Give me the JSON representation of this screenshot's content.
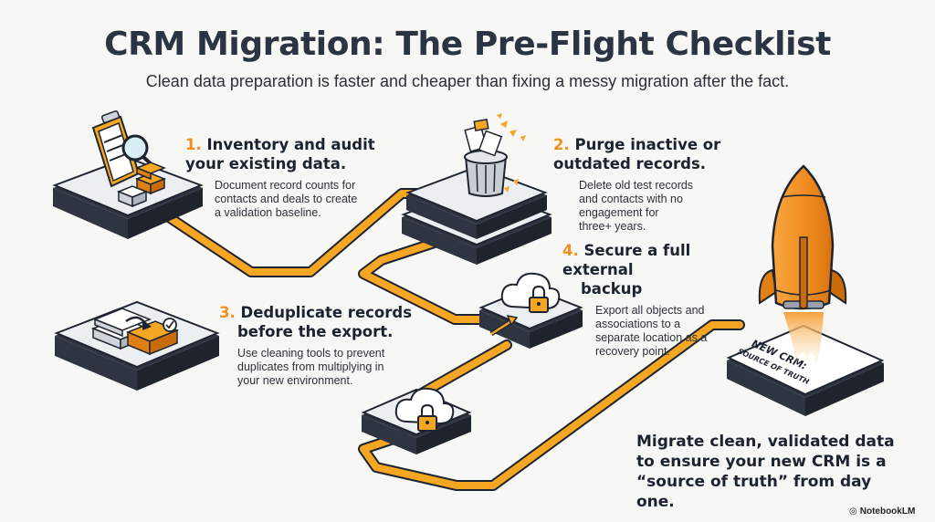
{
  "header": {
    "title": "CRM Migration: The Pre-Flight Checklist",
    "subtitle": "Clean data preparation is faster and cheaper than fixing a messy migration after the fact."
  },
  "steps": [
    {
      "number": "1.",
      "title_line1": "Inventory and audit",
      "title_line2": "your existing data.",
      "desc_lines": [
        "Document record counts for",
        "contacts and deals to create",
        "a validation baseline."
      ],
      "icon": "clipboard-magnifier-icon"
    },
    {
      "number": "2.",
      "title_line1": "Purge inactive or",
      "title_line2": "outdated records.",
      "desc_lines": [
        "Delete old test records",
        "and contacts with no",
        "engagement for",
        "three+ years."
      ],
      "icon": "trash-can-icon"
    },
    {
      "number": "3.",
      "title_line1": "Deduplicate records",
      "title_line2": "before the export.",
      "desc_lines": [
        "Use cleaning tools to prevent",
        "duplicates from multiplying in",
        "your new environment."
      ],
      "icon": "merge-documents-icon"
    },
    {
      "number": "4.",
      "title_line1": "Secure a full external",
      "title_line2": "backup",
      "desc_lines": [
        "Export all objects and",
        "associations to a",
        "separate location as a",
        "recovery point."
      ],
      "icon": "cloud-lock-icon"
    }
  ],
  "launch_pad": {
    "line1": "NEW CRM:",
    "line2": "SOURCE OF TRUTH"
  },
  "final_message": {
    "lines": [
      "Migrate clean, validated data",
      "to ensure your new CRM is a",
      "“source of truth” from day one."
    ]
  },
  "branding": {
    "label": "NotebookLM"
  },
  "colors": {
    "accent": "#f0911d",
    "path": "#f5a623",
    "dark": "#1b2330",
    "platform_top": "#eceff2",
    "platform_side": "#2f3540"
  }
}
